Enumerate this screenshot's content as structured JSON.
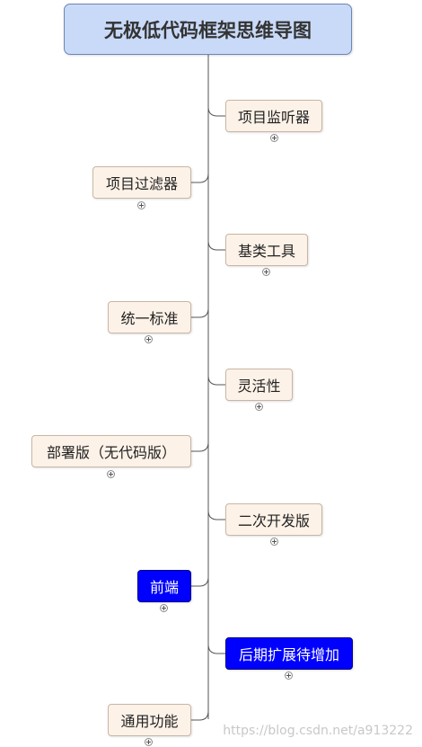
{
  "root": {
    "title": "无极低代码框架思维导图"
  },
  "branches": {
    "project_listener": "项目监听器",
    "project_filter": "项目过滤器",
    "base_tools": "基类工具",
    "unified_standard": "统一标准",
    "flexibility": "灵活性",
    "deploy_version": "部署版（无代码版）",
    "secondary_dev_version": "二次开发版",
    "frontend": "前端",
    "future_extensions": "后期扩展待增加",
    "common_functions": "通用功能"
  },
  "colors": {
    "root_fill": "#c9daf8",
    "node_fill": "#fdf2e8",
    "highlight_fill": "#0000ff",
    "connector": "#555555"
  },
  "watermark": "https://blog.csdn.net/a913222"
}
